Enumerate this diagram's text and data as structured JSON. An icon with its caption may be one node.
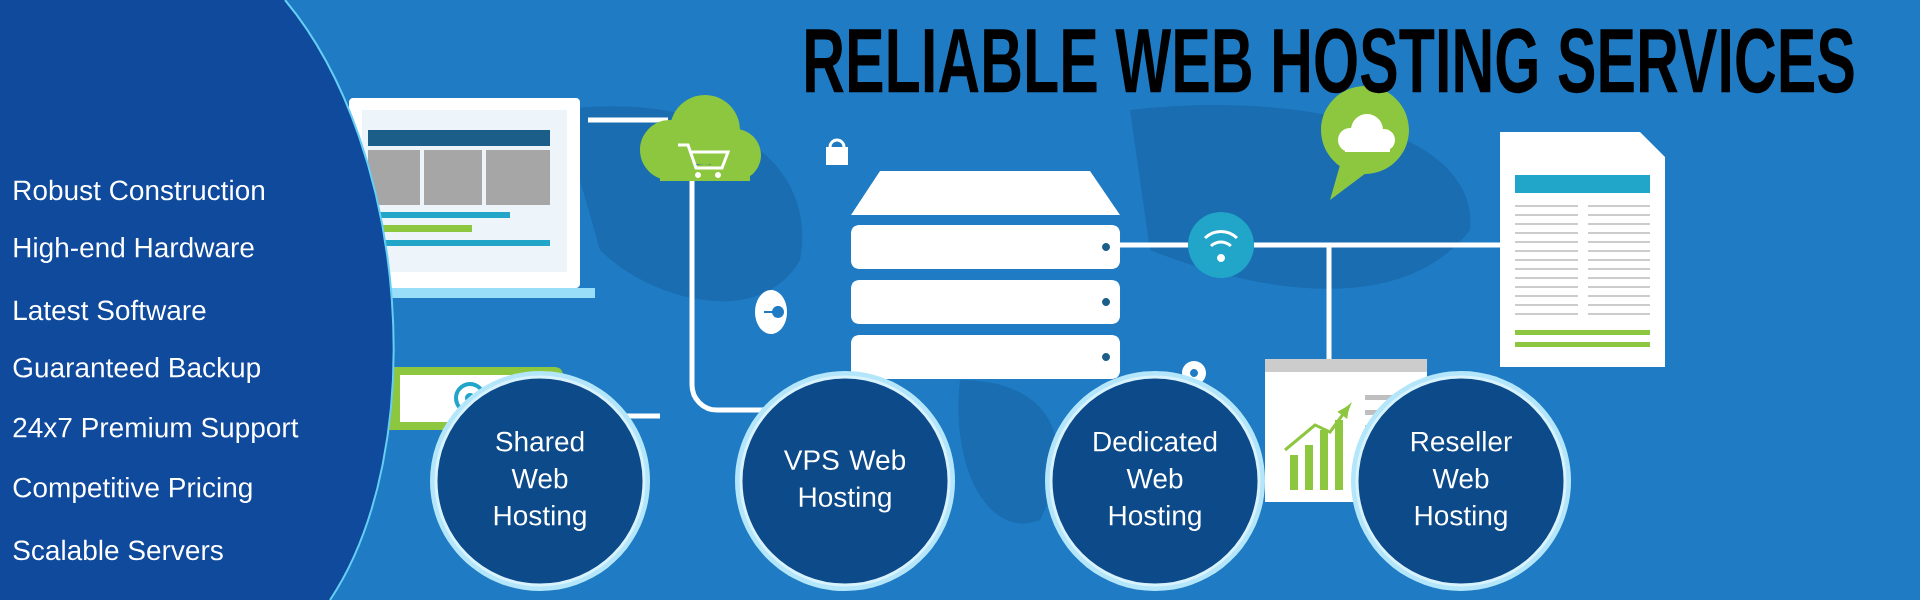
{
  "diagram": {
    "title": "RELIABLE WEB HOSTING SERVICES",
    "nodes": [
      {
        "text": [
          "Shared Web Hosting"
        ]
      },
      {
        "text": [
          "VPS Web Hosting"
        ]
      },
      {
        "text": [
          "Dedicated Web Hosting"
        ]
      },
      {
        "text": [
          "Reseller Web Hosting"
        ]
      }
    ],
    "labels": [
      "Robust Construction",
      "High-end Hardware",
      "Latest Software",
      "Guaranteed Backup",
      "24x7 Premium Support",
      "Competitive Pricing",
      "Scalable Servers"
    ]
  }
}
